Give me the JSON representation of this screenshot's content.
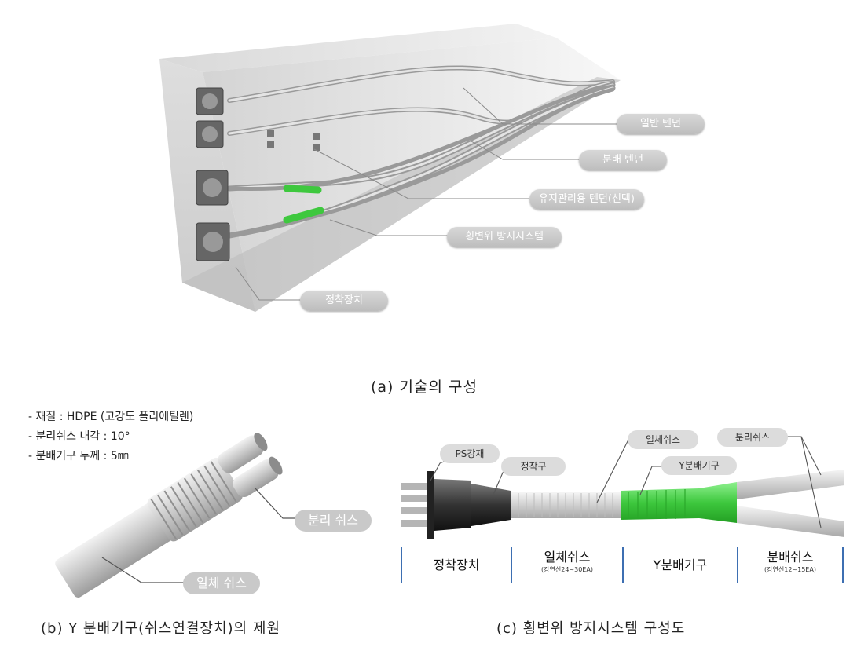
{
  "figure_a": {
    "labels": {
      "general_tendon": "일반 텐던",
      "distribution_tendon": "분배 텐던",
      "maintenance_tendon": "유지관리용 텐던(선택)",
      "lateral_prevention": "횡변위 방지시스템",
      "anchorage": "정착장치"
    },
    "caption": "(a) 기술의 구성"
  },
  "figure_b": {
    "specs": [
      "- 재질 : HDPE (고강도 폴리에틸렌)",
      "- 분리쉬스 내각 : 10°",
      "- 분배기구 두께 : 5㎜"
    ],
    "labels": {
      "split_sheath": "분리 쉬스",
      "integrated_sheath": "일체 쉬스"
    },
    "caption": "(b) Y 분배기구(쉬스연결장치)의 제원"
  },
  "figure_c": {
    "labels": {
      "ps_steel": "PS강재",
      "anchor_head": "정착구",
      "integrated_sheath": "일체쉬스",
      "y_distributor": "Y분배기구",
      "split_sheath": "분리쉬스"
    },
    "sections": [
      {
        "title": "정착장치",
        "sub": ""
      },
      {
        "title": "일체쉬스",
        "sub": "(강연선24~30EA)"
      },
      {
        "title": "Y분배기구",
        "sub": ""
      },
      {
        "title": "분배쉬스",
        "sub": "(강연선12~15EA)"
      }
    ],
    "caption": "(c) 횡변위 방지시스템 구성도"
  },
  "colors": {
    "accent_green": "#3ec83e",
    "section_line": "#3d6fb2",
    "label_pill": "#c9c9c9"
  }
}
